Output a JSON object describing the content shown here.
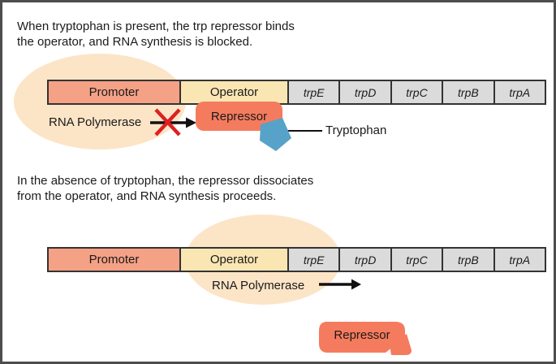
{
  "panels": {
    "present": {
      "caption_lines": [
        "When tryptophan is present, the trp repressor binds",
        "the operator, and RNA synthesis is blocked."
      ],
      "rna_polymerase_label": "RNA Polymerase",
      "repressor_label": "Repressor",
      "tryptophan_label": "Tryptophan"
    },
    "absent": {
      "caption_lines": [
        "In the absence of tryptophan, the repressor dissociates",
        "from the operator, and RNA synthesis proceeds."
      ],
      "rna_polymerase_label": "RNA Polymerase",
      "repressor_label": "Repressor"
    }
  },
  "operon": {
    "promoter_label": "Promoter",
    "operator_label": "Operator",
    "gene_labels": [
      "trpE",
      "trpD",
      "trpC",
      "trpB",
      "trpA"
    ]
  },
  "colors": {
    "promoter_fill": "#f5a185",
    "operator_fill": "#fae6b3",
    "gene_fill": "#dbdbdb",
    "repressor_fill": "#f57b5e",
    "highlight_ellipse_fill": "#fce5c7",
    "tryptophan_fill": "#57a2c8",
    "blocked_x_red": "#dd2021",
    "arrow_black": "#111111",
    "frame_border": "#4d4d4d"
  }
}
